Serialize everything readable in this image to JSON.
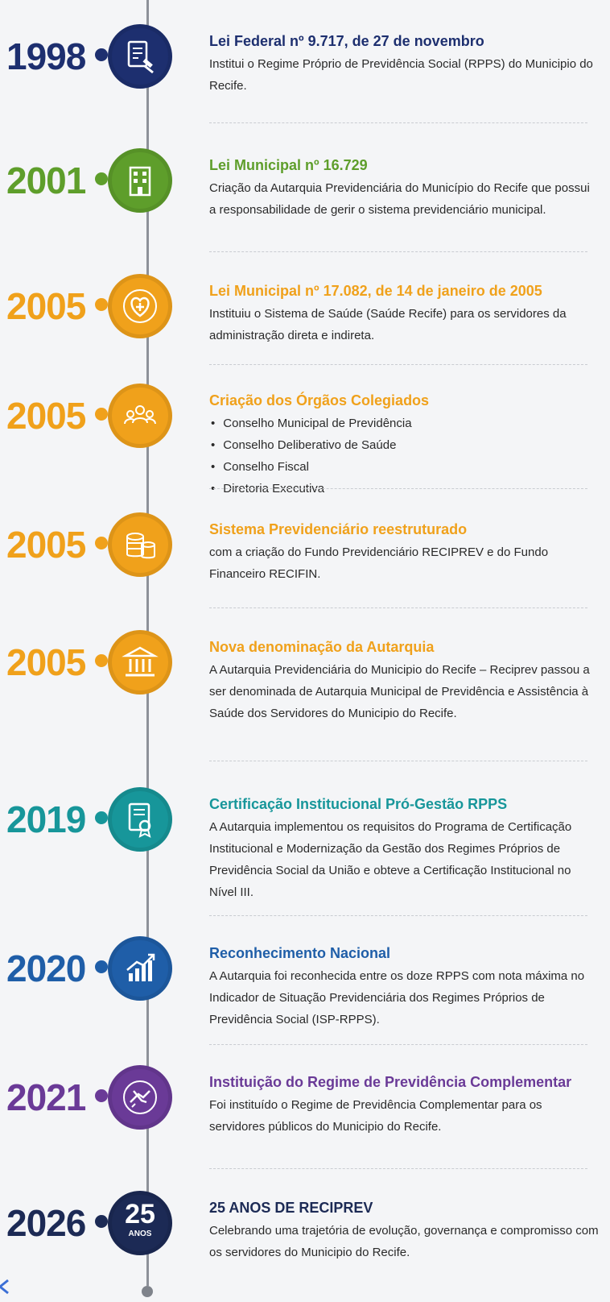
{
  "entries": [
    {
      "year": "1998",
      "color": "#1d2f6f",
      "icon": "document-law-icon",
      "title": "Lei Federal nº 9.717, de 27 de novembro",
      "desc": "Institui o Regime Próprio de Previdência Social (RPPS) do Municipio do Recife."
    },
    {
      "year": "2001",
      "color": "#5e9e2b",
      "icon": "building-icon",
      "title": "Lei Municipal nº 16.729",
      "desc": "Criação da Autarquia Previdenciária do Município do Recife que possui a responsabilidade de gerir o sistema previdenciário municipal."
    },
    {
      "year": "2005",
      "color": "#f0a11b",
      "icon": "heart-health-icon",
      "title": "Lei Municipal nº 17.082, de 14 de janeiro de 2005",
      "desc": "Instituiu o Sistema de Saúde (Saúde Recife) para os servidores da administração direta e indireta."
    },
    {
      "year": "2005",
      "color": "#f0a11b",
      "icon": "people-group-icon",
      "title": "Criação dos Órgãos Colegiados",
      "list": [
        "Conselho Municipal de Previdência",
        "Conselho Deliberativo de Saúde",
        "Conselho Fiscal",
        "Diretoria Executiva"
      ]
    },
    {
      "year": "2005",
      "color": "#f0a11b",
      "icon": "coins-icon",
      "title": "Sistema Previdenciário reestruturado",
      "desc": "com a criação do Fundo Previdenciário RECIPREV e do Fundo Financeiro RECIFIN."
    },
    {
      "year": "2005",
      "color": "#f0a11b",
      "icon": "institution-icon",
      "title": "Nova denominação da Autarquia",
      "desc": "A Autarquia Previdenciária do Municipio do Recife – Reciprev passou a ser denominada de Autarquia Municipal de Previdência e Assistência à Saúde dos Servidores do Municipio do Recife."
    },
    {
      "year": "2019",
      "color": "#17969a",
      "icon": "certificate-icon",
      "title": "Certificação Institucional Pró-Gestão RPPS",
      "desc": "A Autarquia implementou os requisitos do Programa de Certificação Institucional e Modernização da Gestão dos Regimes Próprios de Previdência Social da União e obteve a Certificação Institucional no Nível III."
    },
    {
      "year": "2020",
      "color": "#1f5ea8",
      "icon": "growth-chart-icon",
      "title": "Reconhecimento Nacional",
      "desc": "A Autarquia foi reconhecida entre os doze RPPS com nota máxima no Indicador de Situação Previdenciária dos Regimes Próprios de Previdência Social (ISP-RPPS)."
    },
    {
      "year": "2021",
      "color": "#6a3a97",
      "icon": "handshake-icon",
      "title": "Instituição do Regime de Previdência Complementar",
      "desc": "Foi instituído o Regime de Previdência Complementar para os servidores públicos do Municipio do Recife."
    },
    {
      "year": "2026",
      "color": "#1c2a55",
      "icon": "anniversary-badge-icon",
      "badge_number": "25",
      "badge_text": "ANOS",
      "title": "25 ANOS DE RECIPREV",
      "desc": "Celebrando uma trajetória de evolução, governança e compromisso com os servidores do Municipio do Recife."
    }
  ]
}
